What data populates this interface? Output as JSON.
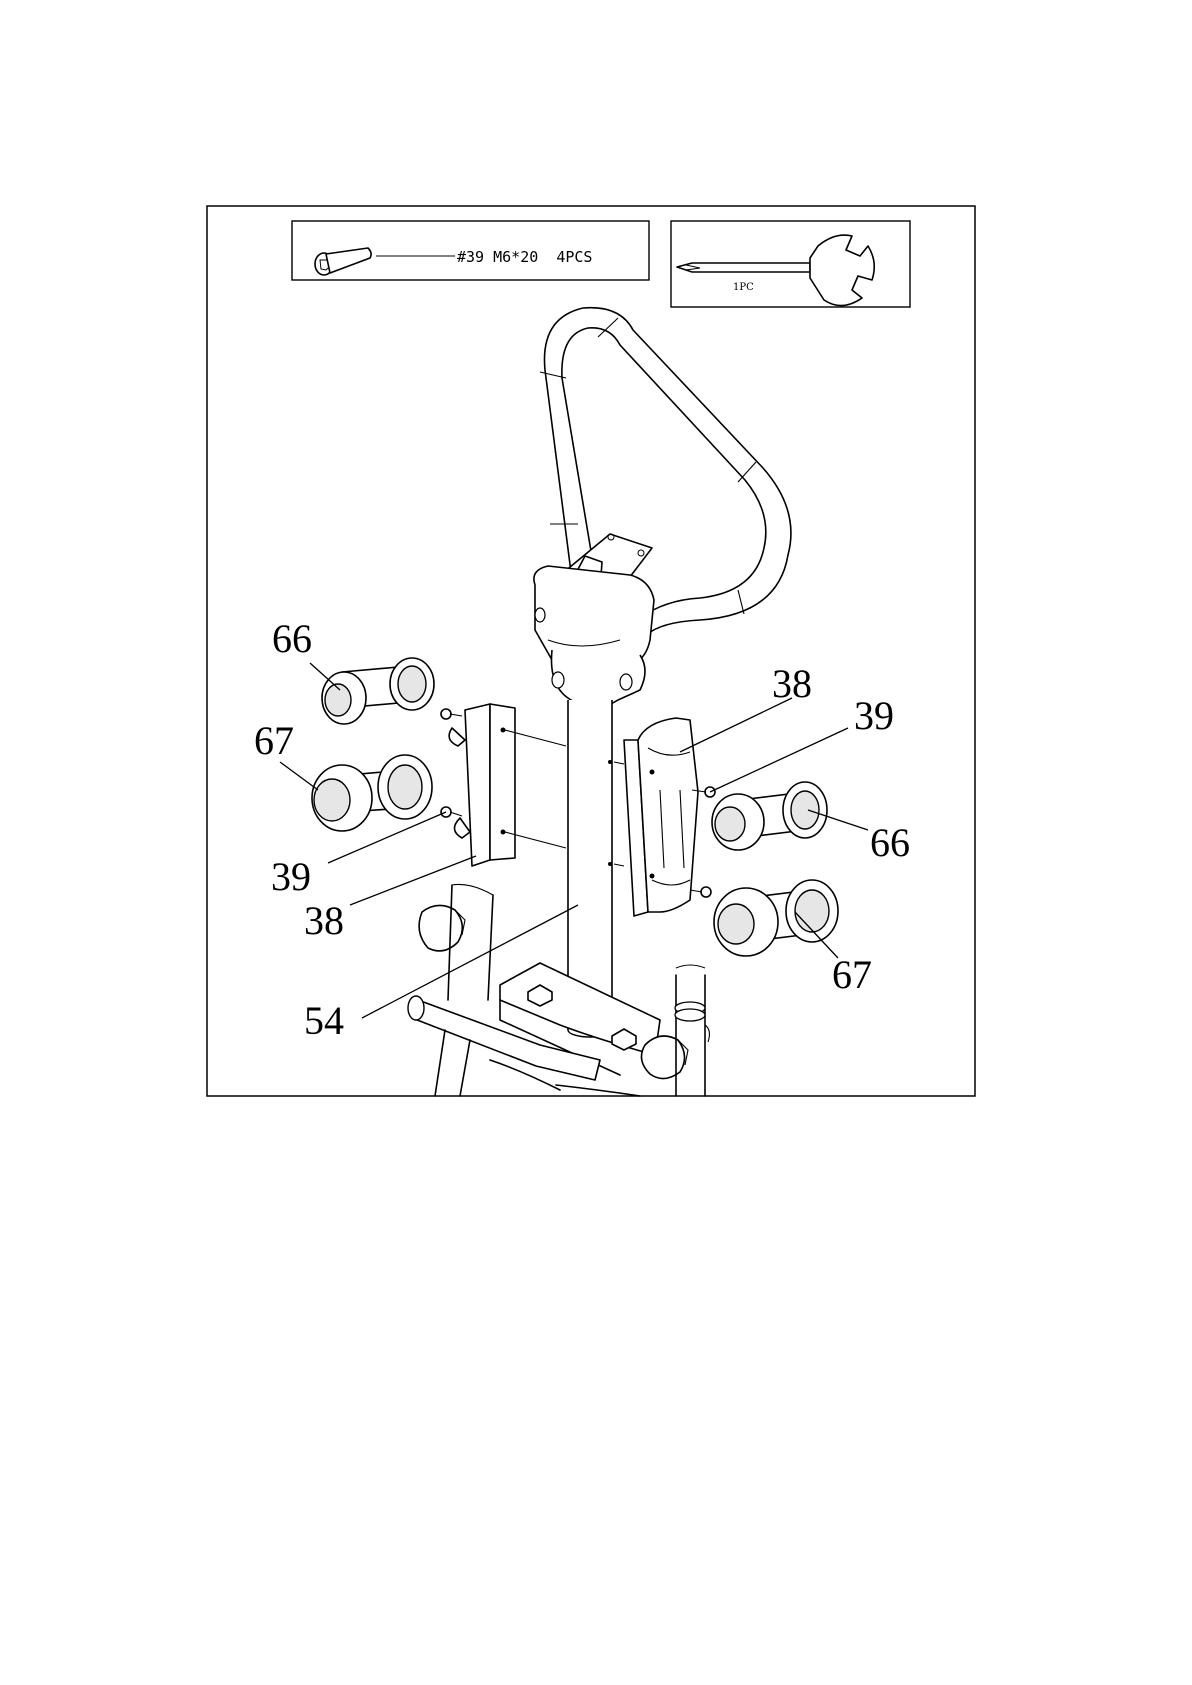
{
  "hardware_box": {
    "bolt_spec": "#39 M6*20  4PCS"
  },
  "tool_box": {
    "quantity": "1PC"
  },
  "callouts": {
    "c66_left": "66",
    "c67_left": "67",
    "c39_left": "39",
    "c38_left": "38",
    "c54": "54",
    "c38_right": "38",
    "c39_right": "39",
    "c66_right": "66",
    "c67_right": "67"
  },
  "icons": {
    "bolt": "bolt-icon",
    "wrench": "wrench-screwdriver-icon"
  }
}
